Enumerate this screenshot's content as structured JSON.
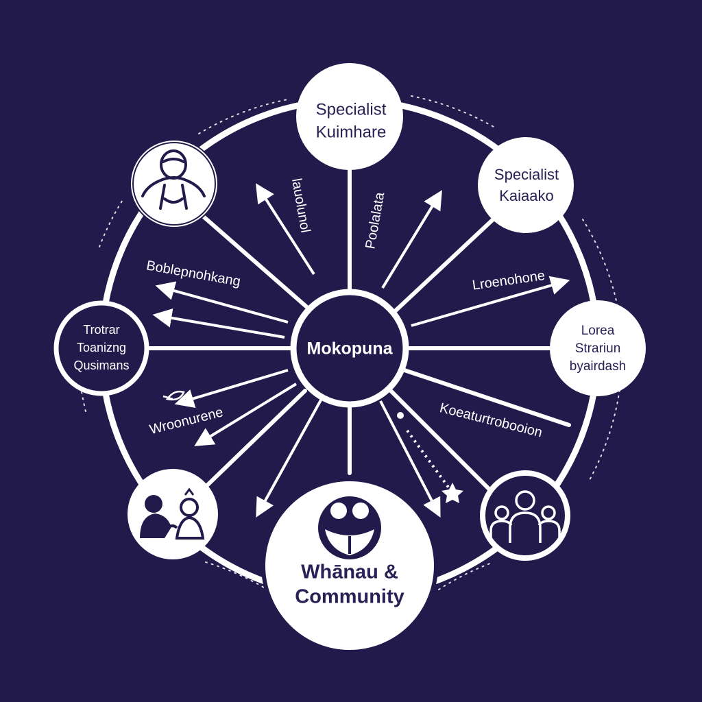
{
  "colors": {
    "background": "#231a4c",
    "ink": "#ffffff",
    "node_text": "#2b2056"
  },
  "center": {
    "label": "Mokopuna"
  },
  "nodes": {
    "specialist_kuimhare": {
      "line1": "Specialist",
      "line2": "Kuimhare"
    },
    "specialist_kaiaako": {
      "line1": "Specialist",
      "line2": "Kaiaako"
    },
    "lorea": {
      "line1": "Lorea",
      "line2": "Strariun",
      "line3": "byairdash"
    },
    "trotrar": {
      "line1": "Trotrar",
      "line2": "Toanizng",
      "line3": "Qusimans"
    },
    "whanau": {
      "line1": "Whānau &",
      "line2": "Community"
    },
    "top_left_icon": {
      "icon": "person-figure-icon"
    },
    "bottom_left_icon": {
      "icon": "parent-child-icon"
    },
    "bottom_right_icon": {
      "icon": "group-people-icon"
    },
    "whanau_icon": {
      "icon": "embracing-people-icon"
    }
  },
  "spoke_labels": {
    "lauolunol": "lauolunol",
    "poolalata": "Poolalata",
    "boblepnohkang": "Boblepnohkang",
    "lroenohone": "Lroenohone",
    "wroonurene": "Wroonurene",
    "koeaturtrobooion": "Koeaturtrobooion"
  }
}
